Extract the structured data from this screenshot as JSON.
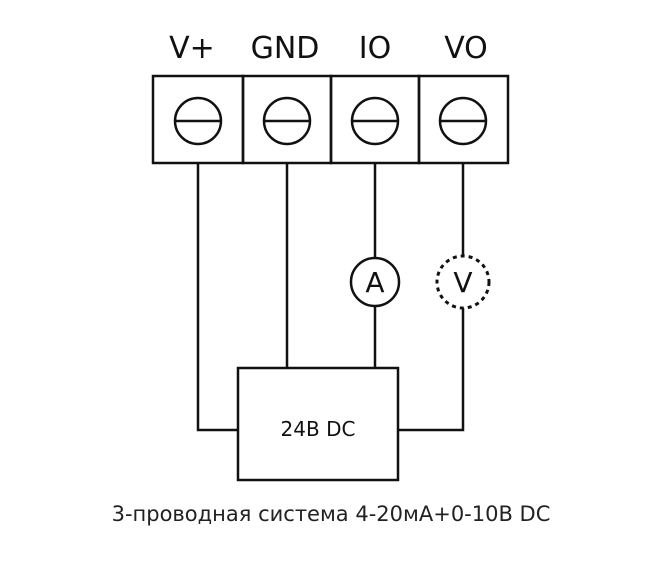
{
  "terminals": [
    {
      "id": "vplus",
      "label": "V+"
    },
    {
      "id": "gnd",
      "label": "GND"
    },
    {
      "id": "io",
      "label": "IO"
    },
    {
      "id": "vo",
      "label": "VO"
    }
  ],
  "ammeter": {
    "letter": "A"
  },
  "voltmeter": {
    "letter": "V"
  },
  "power_supply": {
    "label": "24В DC"
  },
  "caption": "3-проводная система 4-20мА+0-10В DC"
}
